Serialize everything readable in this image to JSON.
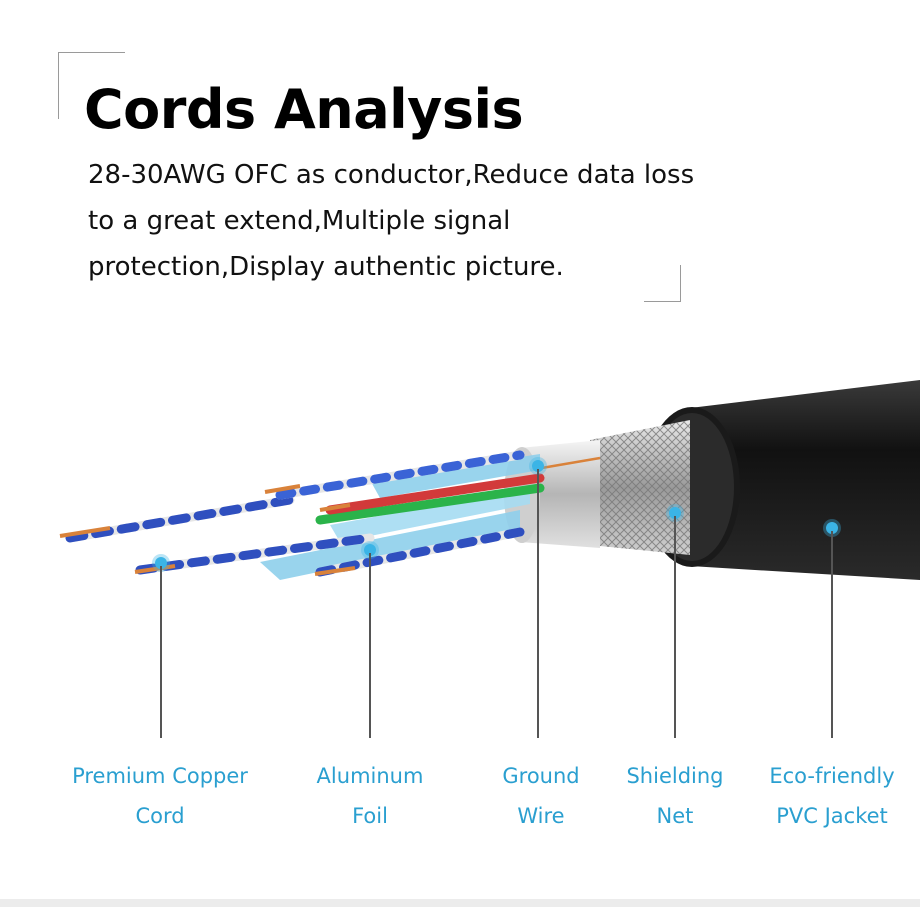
{
  "header": {
    "title": "Cords Analysis",
    "description": "28-30AWG OFC as conductor,Reduce data loss to a great extend,Multiple signal protection,Display authentic picture."
  },
  "callouts": [
    {
      "line1": "Premium Copper",
      "line2": "Cord"
    },
    {
      "line1": "Aluminum",
      "line2": "Foil"
    },
    {
      "line1": "Ground",
      "line2": "Wire"
    },
    {
      "line1": "Shielding",
      "line2": "Net"
    },
    {
      "line1": "Eco-friendly",
      "line2": "PVC Jacket"
    }
  ],
  "colors": {
    "accent": "#2a9fd0",
    "dot": "#3bb4e6",
    "jacket": "#1e1e1e",
    "foil": "#8fd0ec",
    "copper": "#d9823a"
  }
}
